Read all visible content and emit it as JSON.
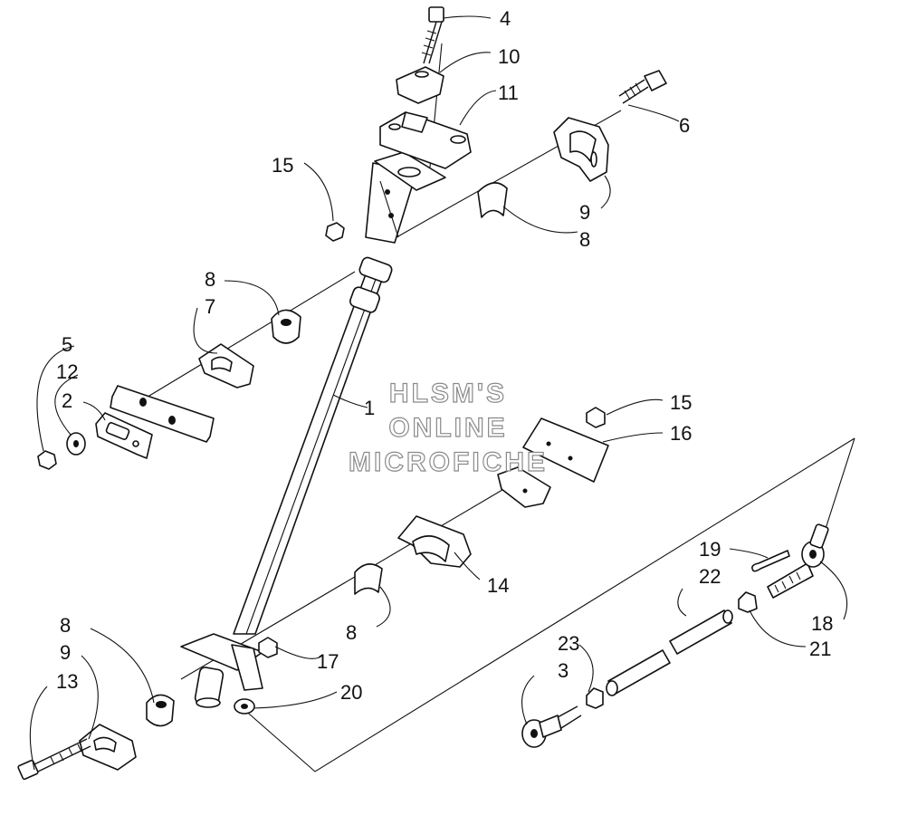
{
  "watermark": {
    "line1": "HLSM'S",
    "line2": "ONLINE",
    "line3": "MICROFICHE"
  },
  "callouts": [
    {
      "id": "c1",
      "label": "1"
    },
    {
      "id": "c2",
      "label": "2"
    },
    {
      "id": "c3",
      "label": "3"
    },
    {
      "id": "c4",
      "label": "4"
    },
    {
      "id": "c5",
      "label": "5"
    },
    {
      "id": "c6",
      "label": "6"
    },
    {
      "id": "c7",
      "label": "7"
    },
    {
      "id": "c8a",
      "label": "8"
    },
    {
      "id": "c8b",
      "label": "8"
    },
    {
      "id": "c8c",
      "label": "8"
    },
    {
      "id": "c8d",
      "label": "8"
    },
    {
      "id": "c9a",
      "label": "9"
    },
    {
      "id": "c9b",
      "label": "9"
    },
    {
      "id": "c10",
      "label": "10"
    },
    {
      "id": "c11",
      "label": "11"
    },
    {
      "id": "c12",
      "label": "12"
    },
    {
      "id": "c13",
      "label": "13"
    },
    {
      "id": "c14",
      "label": "14"
    },
    {
      "id": "c15a",
      "label": "15"
    },
    {
      "id": "c15b",
      "label": "15"
    },
    {
      "id": "c16",
      "label": "16"
    },
    {
      "id": "c17",
      "label": "17"
    },
    {
      "id": "c18",
      "label": "18"
    },
    {
      "id": "c19",
      "label": "19"
    },
    {
      "id": "c20",
      "label": "20"
    },
    {
      "id": "c21",
      "label": "21"
    },
    {
      "id": "c22",
      "label": "22"
    },
    {
      "id": "c23",
      "label": "23"
    }
  ]
}
